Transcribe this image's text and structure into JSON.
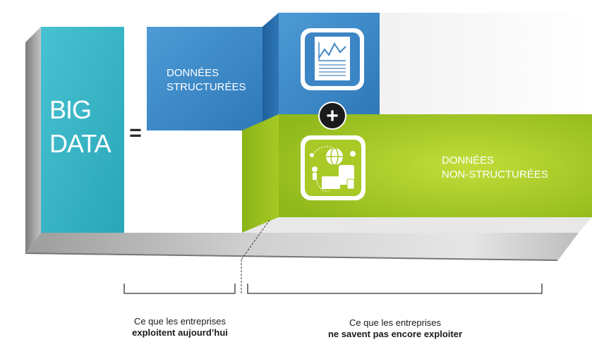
{
  "big_data": {
    "line1": "BIG",
    "line2": "DATA"
  },
  "equals_sign": "=",
  "structured": {
    "line1": "DONNÉES",
    "line2": "STRUCTURÉES"
  },
  "plus_sign": "+",
  "unstructured": {
    "line1": "DONNÉES",
    "line2": "NON-STRUCTURÉES"
  },
  "captions": {
    "left": {
      "line1": "Ce que les entreprises",
      "line2": "exploitent aujourd’hui"
    },
    "right": {
      "line1": "Ce que les entreprises",
      "line2": "ne savent pas encore exploiter"
    }
  },
  "colors": {
    "teal": "#3ab6c8",
    "blue": "#3d86c6",
    "green": "#a9c926",
    "grey_base": "#b5b5b5"
  },
  "icons": [
    "document-chart-icon",
    "connected-devices-icon"
  ]
}
